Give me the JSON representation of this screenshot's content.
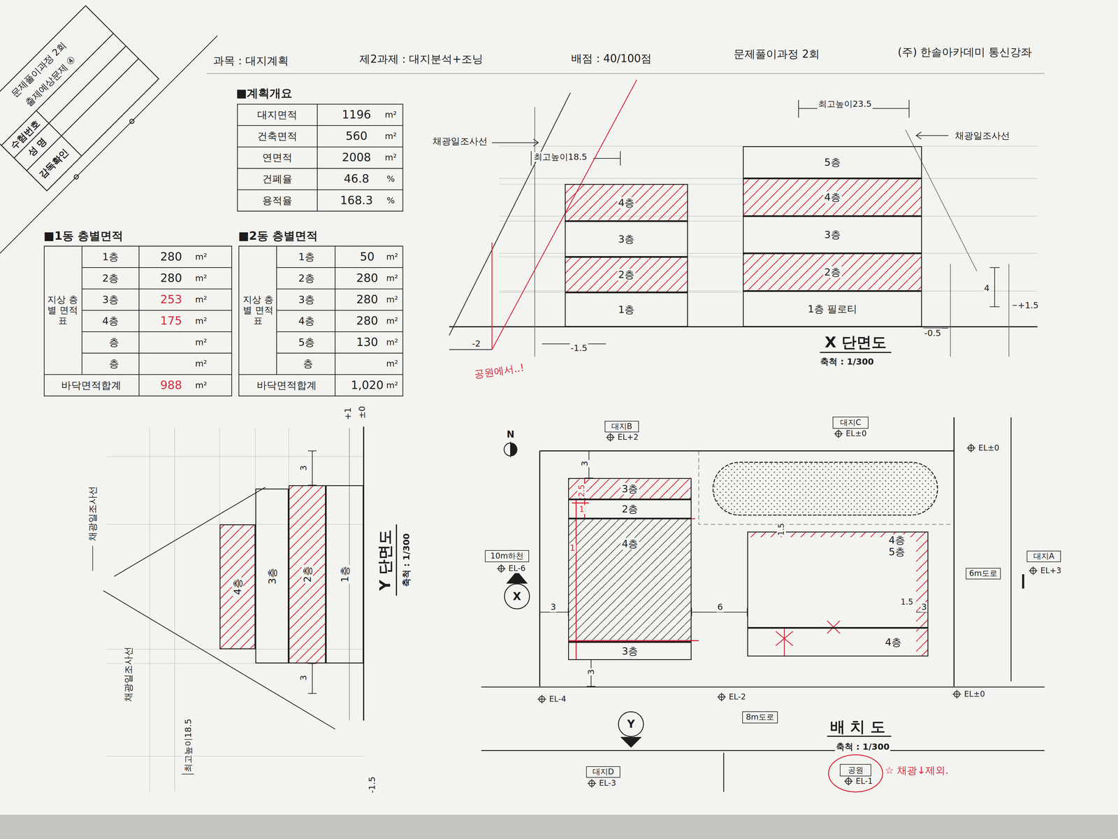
{
  "diagram": {
    "nodes": [
      {
        "text": [
          "대지B"
        ]
      },
      {
        "text": [
          "대지C"
        ]
      },
      {
        "text": [
          "대지A"
        ]
      },
      {
        "text": [
          "6m도로"
        ]
      },
      {
        "text": [
          "10m하천"
        ]
      },
      {
        "text": [
          "X"
        ]
      },
      {
        "text": [
          "Y"
        ]
      },
      {
        "text": [
          "8m도로"
        ]
      },
      {
        "text": [
          "대지D"
        ]
      },
      {
        "text": [
          "공원"
        ]
      },
      {
        "text": [
          "4층"
        ]
      },
      {
        "text": [
          "3층"
        ]
      },
      {
        "text": [
          "2층"
        ]
      },
      {
        "text": [
          "1층"
        ]
      },
      {
        "text": [
          "5층"
        ]
      },
      {
        "text": [
          "4층"
        ]
      },
      {
        "text": [
          "3층"
        ]
      },
      {
        "text": [
          "2층"
        ]
      },
      {
        "text": [
          "1층 필로티"
        ]
      },
      {
        "text": [
          "4층"
        ]
      },
      {
        "text": [
          "3층"
        ]
      },
      {
        "text": [
          "2층"
        ]
      },
      {
        "text": [
          "1층"
        ]
      },
      {
        "text": [
          "3층"
        ]
      },
      {
        "text": [
          "2층"
        ]
      },
      {
        "text": [
          "4층"
        ]
      },
      {
        "text": [
          "3층"
        ]
      },
      {
        "text": [
          "4층",
          "5층"
        ]
      },
      {
        "text": [
          "4층"
        ]
      }
    ],
    "labels": [
      "과목 : 대지계획",
      "제2과제 : 대지분석+조닝",
      "배점 : 40/100점",
      "문제풀이과정 2회",
      "(주) 한솔아카데미 통신강좌",
      "문제풀이과정 2회",
      "출제예상문제 ④",
      "수험번호",
      "성 명",
      "감독확인",
      "■계획개요",
      "대지면적",
      "1196",
      "m²",
      "건축면적",
      "560",
      "m²",
      "연면적",
      "2008",
      "m²",
      "건폐율",
      "46.8",
      "%",
      "용적율",
      "168.3",
      "%",
      "■1동 층별면적",
      "지상 층별 면적표",
      "1층",
      "280",
      "m²",
      "2층",
      "280",
      "m²",
      "3층",
      "253",
      "m²",
      "4층",
      "175",
      "m²",
      "층",
      "m²",
      "층",
      "m²",
      "바닥면적합계",
      "988",
      "m²",
      "■2동 층별면적",
      "지상 층별 면적표",
      "1층",
      "50",
      "m²",
      "2층",
      "280",
      "m²",
      "3층",
      "280",
      "m²",
      "4층",
      "280",
      "m²",
      "5층",
      "130",
      "m²",
      "층",
      "m²",
      "바닥면적합계",
      "1,020",
      "m²",
      "채광일조사선",
      "최고높이18.5",
      "최고높이23.5",
      "채광일조사선",
      "-2",
      "-1.5",
      "4",
      "+1.5",
      "-0.5",
      "공원에서..!",
      "X 단면도",
      "축척 : 1/300",
      "+1",
      "±0",
      "3",
      "채광일조사선",
      "Y 단면도",
      "축척 : 1/300",
      "3",
      "채광일조사선",
      "최고높이18.5",
      "-1.5",
      "N",
      "EL+2",
      "EL±0",
      "EL±0",
      "EL+3",
      "EL-6",
      "3",
      "2.5",
      "1",
      "1",
      "3",
      "6",
      "1.5",
      "1.5",
      "3",
      "3",
      "EL-4",
      "EL-2",
      "EL±0",
      "배 치 도",
      "축척 : 1/300",
      "EL-3",
      "EL-1",
      "☆ 채광↓제외."
    ]
  }
}
